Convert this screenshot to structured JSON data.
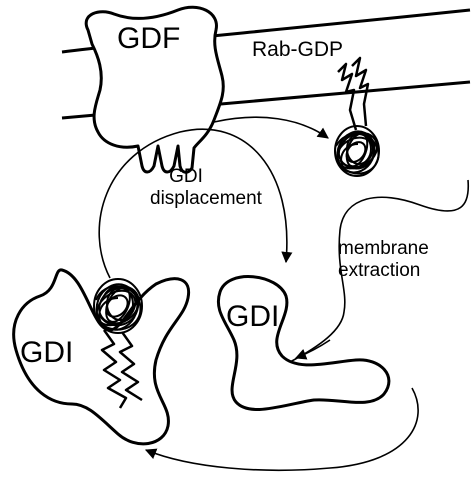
{
  "labels": {
    "gdf": "GDF",
    "rab_gdp": "Rab-GDP",
    "gdi_displacement_line1": "GDI",
    "gdi_displacement_line2": "displacement",
    "membrane_extraction_line1": "membrane",
    "membrane_extraction_line2": "extraction",
    "gdi_left": "GDI",
    "gdi_right": "GDI"
  },
  "colors": {
    "stroke": "#000000",
    "fill": "#ffffff"
  }
}
